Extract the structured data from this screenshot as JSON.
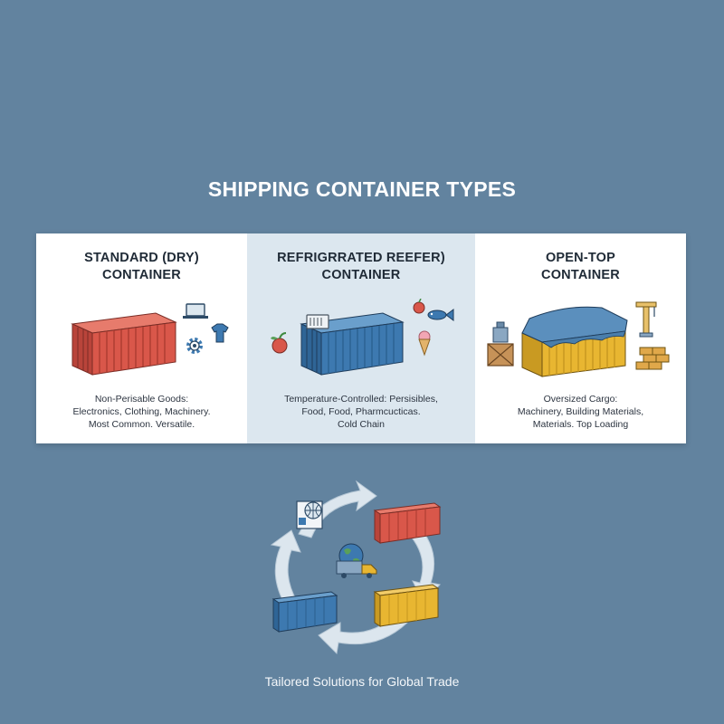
{
  "title": "SHIPPING CONTAINER TYPES",
  "cards": [
    {
      "title_line1": "STANDARD (DRY)",
      "title_line2": "CONTAINER",
      "desc_line1": "Non-Perisable Goods:",
      "desc_line2": "Electronics, Clothing, Machinery.",
      "desc_line3": "Most Common. Versatile.",
      "color": "#d9574a",
      "icons": [
        "laptop-icon",
        "tshirt-icon",
        "gear-icon"
      ]
    },
    {
      "title_line1": "REFRIGRRATED REEFER)",
      "title_line2": "CONTAINER",
      "desc_line1": "Temperature-Controlled: Persisibles,",
      "desc_line2": "Food, Food, Pharmcucticas.",
      "desc_line3": "Cold Chain",
      "color": "#3d79b0",
      "icons": [
        "refrigeration-unit-icon",
        "apple-icon",
        "fish-icon",
        "ice-cream-icon"
      ]
    },
    {
      "title_line1": "OPEN-TOP",
      "title_line2": "CONTAINER",
      "desc_line1": "Oversized Cargo:",
      "desc_line2": "Machinery, Building Materials,",
      "desc_line3": "Materials. Top Loading",
      "color": "#e8b631",
      "icons": [
        "tarp-icon",
        "machine-icon",
        "crate-icon",
        "crane-icon",
        "bricks-icon"
      ]
    }
  ],
  "cycle": {
    "items": [
      "world-map-icon",
      "red-container-icon",
      "globe-truck-icon",
      "yellow-container-icon",
      "blue-container-icon"
    ]
  },
  "footer": "Tailored Solutions for Global Trade"
}
